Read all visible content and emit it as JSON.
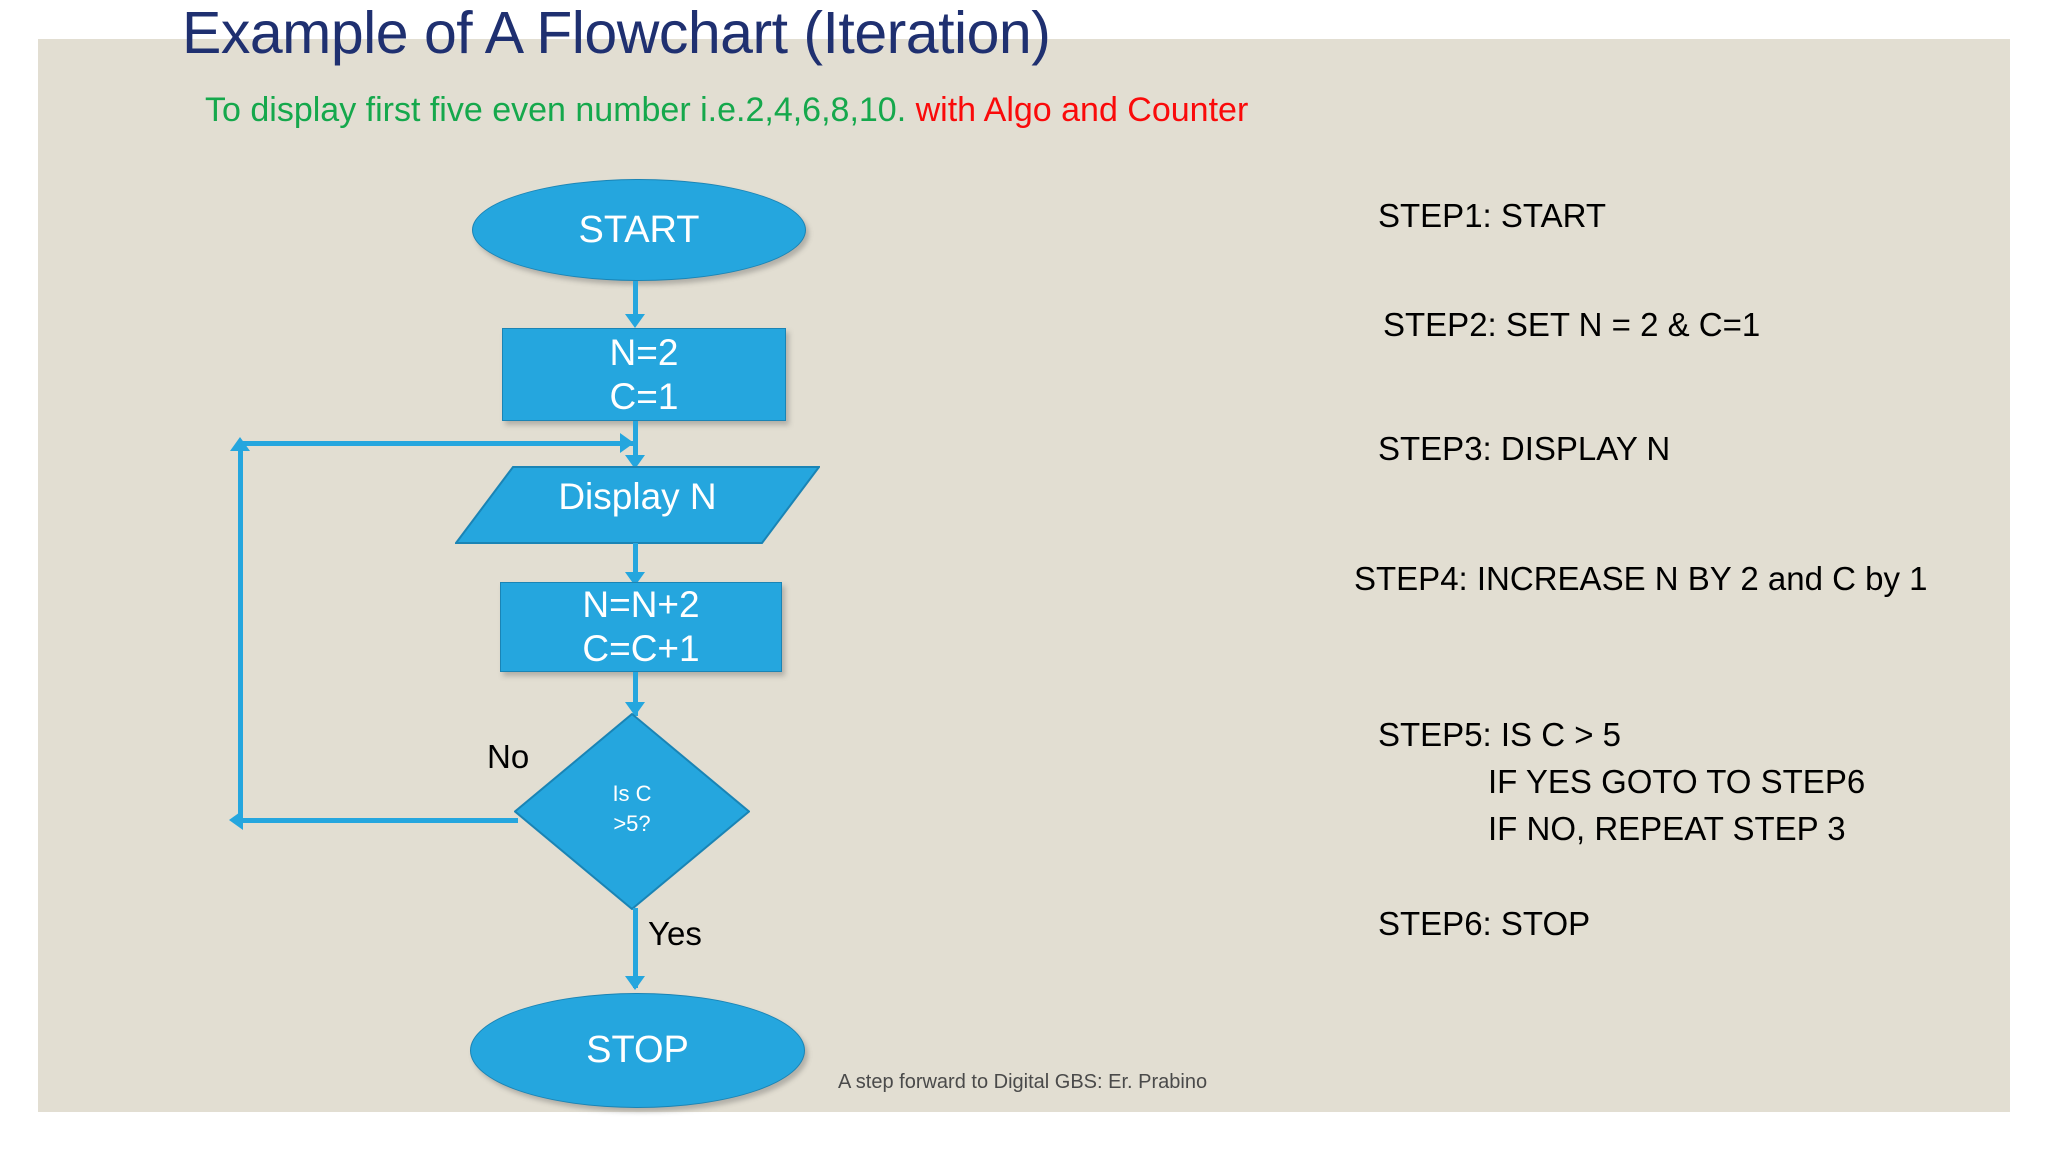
{
  "slide": {
    "title": "Example of A Flowchart (Iteration)",
    "subtitle_green": "To display first five even number i.e.2,4,6,8,10.",
    "subtitle_red": " with Algo and Counter",
    "footer": "A step forward to Digital GBS: Er. Prabino"
  },
  "colors": {
    "panel_background": "#e2ded2",
    "title_text": "#1f3070",
    "subtitle_green": "#15a84c",
    "subtitle_red": "#fa0a0a",
    "node_fill": "#25a6de",
    "node_stroke": "#1a84b5",
    "node_text": "#ffffff",
    "connector": "#25a6de",
    "edge_label": "#000000"
  },
  "flowchart": {
    "nodes": [
      {
        "id": "start",
        "shape": "ellipse",
        "label": "START"
      },
      {
        "id": "init",
        "shape": "rectangle",
        "line1": "N=2",
        "line2": "C=1"
      },
      {
        "id": "display",
        "shape": "parallelogram",
        "label": "Display N"
      },
      {
        "id": "incr",
        "shape": "rectangle",
        "line1": "N=N+2",
        "line2": "C=C+1"
      },
      {
        "id": "decision",
        "shape": "diamond",
        "line1": "Is C",
        "line2": ">5?"
      },
      {
        "id": "stop",
        "shape": "ellipse",
        "label": "STOP"
      }
    ],
    "edge_labels": {
      "no": "No",
      "yes": "Yes"
    }
  },
  "algorithm": {
    "steps": [
      {
        "text": "STEP1: START"
      },
      {
        "text": "STEP2: SET N = 2 & C=1"
      },
      {
        "text": "STEP3: DISPLAY N"
      },
      {
        "text": "STEP4: INCREASE N BY 2 and C by 1"
      },
      {
        "text": "STEP5: IS C > 5"
      },
      {
        "text": "IF YES GOTO TO STEP6"
      },
      {
        "text": "IF NO, REPEAT STEP 3"
      },
      {
        "text": "STEP6: STOP"
      }
    ]
  }
}
